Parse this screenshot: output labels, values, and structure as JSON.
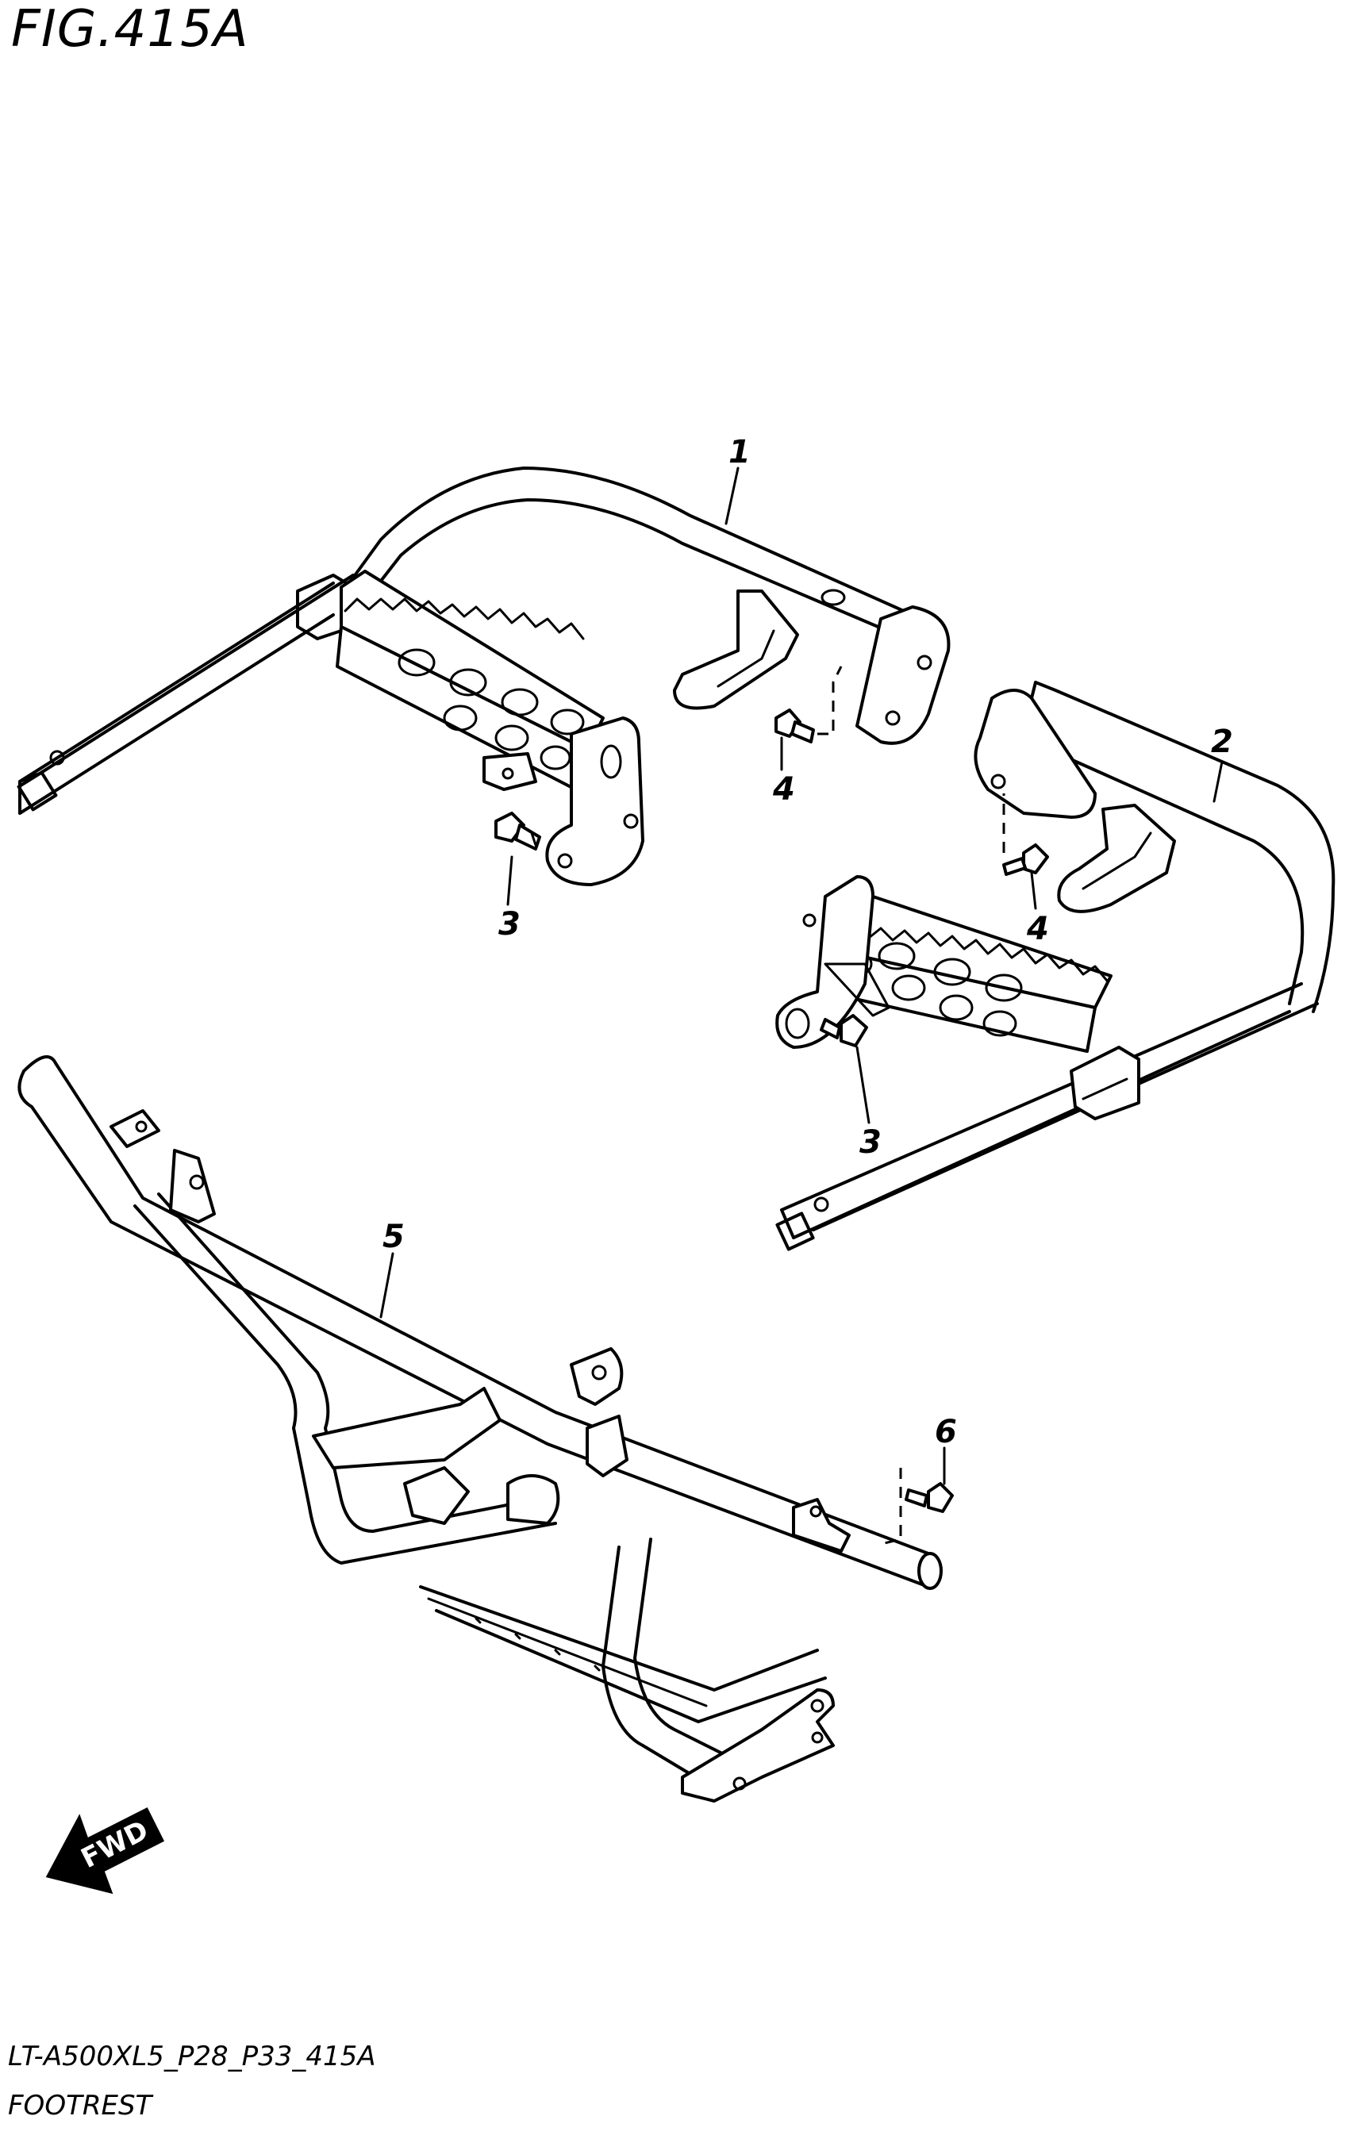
{
  "figure": {
    "title": "FIG.415A",
    "model_code": "LT-A500XL5_P28_P33_415A",
    "section_name": "FOOTREST"
  },
  "callouts": {
    "c1": "1",
    "c2": "2",
    "c3a": "3",
    "c3b": "3",
    "c4a": "4",
    "c4b": "4",
    "c5": "5",
    "c6": "6"
  },
  "direction_marker": {
    "label": "FWD",
    "icon": "forward-arrow-icon"
  }
}
